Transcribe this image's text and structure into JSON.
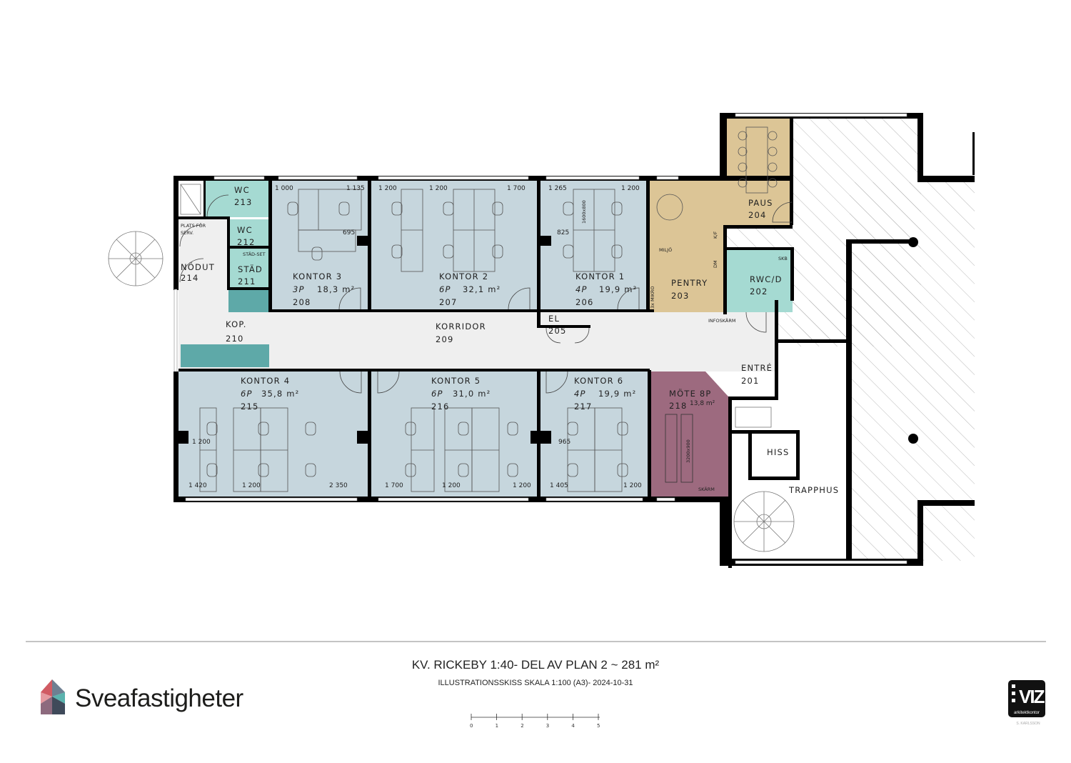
{
  "colors": {
    "office": "#c6d6dd",
    "wc": "#a5dad2",
    "pentry": "#dcc596",
    "meeting": "#9d6a7f",
    "corridor": "#efefef",
    "kop": "#5ea9a8"
  },
  "rooms": {
    "k3": {
      "name": "KONTOR 3",
      "persons": "3P",
      "area": "18,3 m²",
      "number": "208"
    },
    "k2": {
      "name": "KONTOR 2",
      "persons": "6P",
      "area": "32,1 m²",
      "number": "207"
    },
    "k1": {
      "name": "KONTOR 1",
      "persons": "4P",
      "area": "19,9 m²",
      "number": "206"
    },
    "k4": {
      "name": "KONTOR 4",
      "persons": "6P",
      "area": "35,8 m²",
      "number": "215"
    },
    "k5": {
      "name": "KONTOR 5",
      "persons": "6P",
      "area": "31,0 m²",
      "number": "216"
    },
    "k6": {
      "name": "KONTOR 6",
      "persons": "4P",
      "area": "19,9 m²",
      "number": "217"
    },
    "mote": {
      "name": "MÖTE 8P",
      "area": "13,8 m²",
      "number": "218"
    },
    "wc213": {
      "name": "WC",
      "number": "213"
    },
    "wc212": {
      "name": "WC",
      "number": "212"
    },
    "stad": {
      "name": "STÄD",
      "number": "211",
      "note": "STÄD-SET"
    },
    "nodut": {
      "name": "NÖDUT",
      "number": "214"
    },
    "kop": {
      "name": "KOP.",
      "number": "210"
    },
    "korridor": {
      "name": "KORRIDOR",
      "number": "209"
    },
    "el": {
      "name": "EL",
      "number": "205"
    },
    "pentry": {
      "name": "PENTRY",
      "number": "203"
    },
    "paus": {
      "name": "PAUS",
      "number": "204"
    },
    "rwc": {
      "name": "RWC/D",
      "number": "202"
    },
    "entre": {
      "name": "ENTRÉ",
      "number": "201"
    },
    "hiss": {
      "name": "HISS"
    },
    "trapphus": {
      "name": "TRAPPHUS"
    }
  },
  "notes": {
    "plats": "PLATS FÖR",
    "serv": "SERV.",
    "miljo": "MILJÖ",
    "mikro": "3x MIKRO",
    "kf": "K/F",
    "dm": "DM",
    "skb": "SKB",
    "infoskarm": "INFOSKÄRM",
    "skarm": "SKÄRM",
    "table_k1": "1600x800",
    "table_mote": "3200x900"
  },
  "dims": {
    "k3": [
      "1 000",
      "1 135",
      "695"
    ],
    "k2": [
      "1 200",
      "1 200",
      "1 700"
    ],
    "k1": [
      "1 265",
      "1 200",
      "825"
    ],
    "k4": [
      "1 200",
      "1 420",
      "1 200",
      "2 350"
    ],
    "k5": [
      "1 700",
      "1 200",
      "1 200"
    ],
    "k6": [
      "965",
      "1 405",
      "1 200"
    ]
  },
  "footer": {
    "title": "KV. RICKEBY 1:40- DEL AV PLAN 2 ~ 281 m²",
    "subtitle": "ILLUSTRATIONSSKISS SKALA 1:100 (A3)- 2024-10-31",
    "scale_ticks": [
      "0",
      "1",
      "2",
      "3",
      "4",
      "5"
    ],
    "brand": "Sveafastigheter",
    "architect_logo": "VIZ",
    "architect_sub": "arkitektkontor",
    "author": "S. KARLSSON"
  }
}
